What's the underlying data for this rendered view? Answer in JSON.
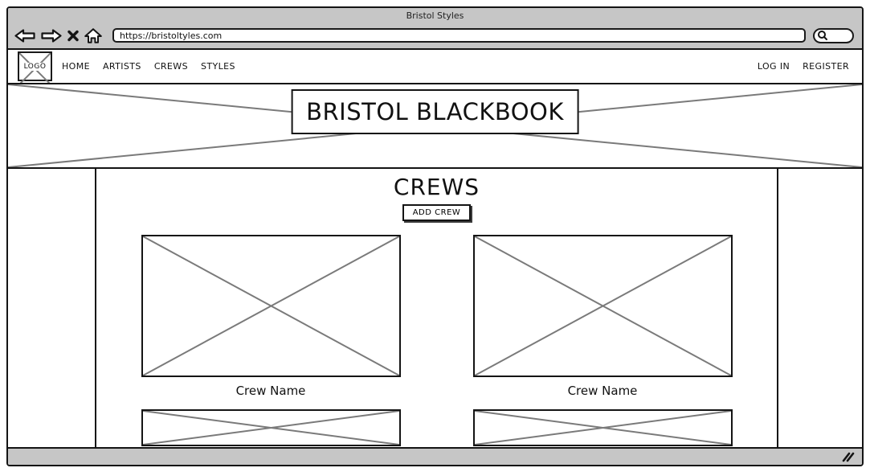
{
  "browser": {
    "window_title": "Bristol Styles",
    "url": "https://bristoltyles.com",
    "icons": {
      "back": "back-arrow",
      "forward": "forward-arrow",
      "stop": "stop-x",
      "home": "home-house",
      "search": "magnifier",
      "resize": "resize-grip"
    }
  },
  "navbar": {
    "logo": "LOGO",
    "items": [
      {
        "label": "HOME"
      },
      {
        "label": "ARTISTS"
      },
      {
        "label": "CREWS"
      },
      {
        "label": "STYLES"
      }
    ],
    "auth": [
      {
        "label": "LOG IN"
      },
      {
        "label": "REGISTER"
      }
    ]
  },
  "banner": {
    "title": "BRISTOL BLACKBOOK"
  },
  "main": {
    "heading": "CREWS",
    "add_crew_label": "ADD CREW",
    "crews": [
      {
        "name": "Crew Name"
      },
      {
        "name": "Crew Name"
      }
    ]
  },
  "colors": {
    "chrome_gray": "#c6c6c6",
    "placeholder_line": "#7a7a7a",
    "border": "#141414"
  }
}
